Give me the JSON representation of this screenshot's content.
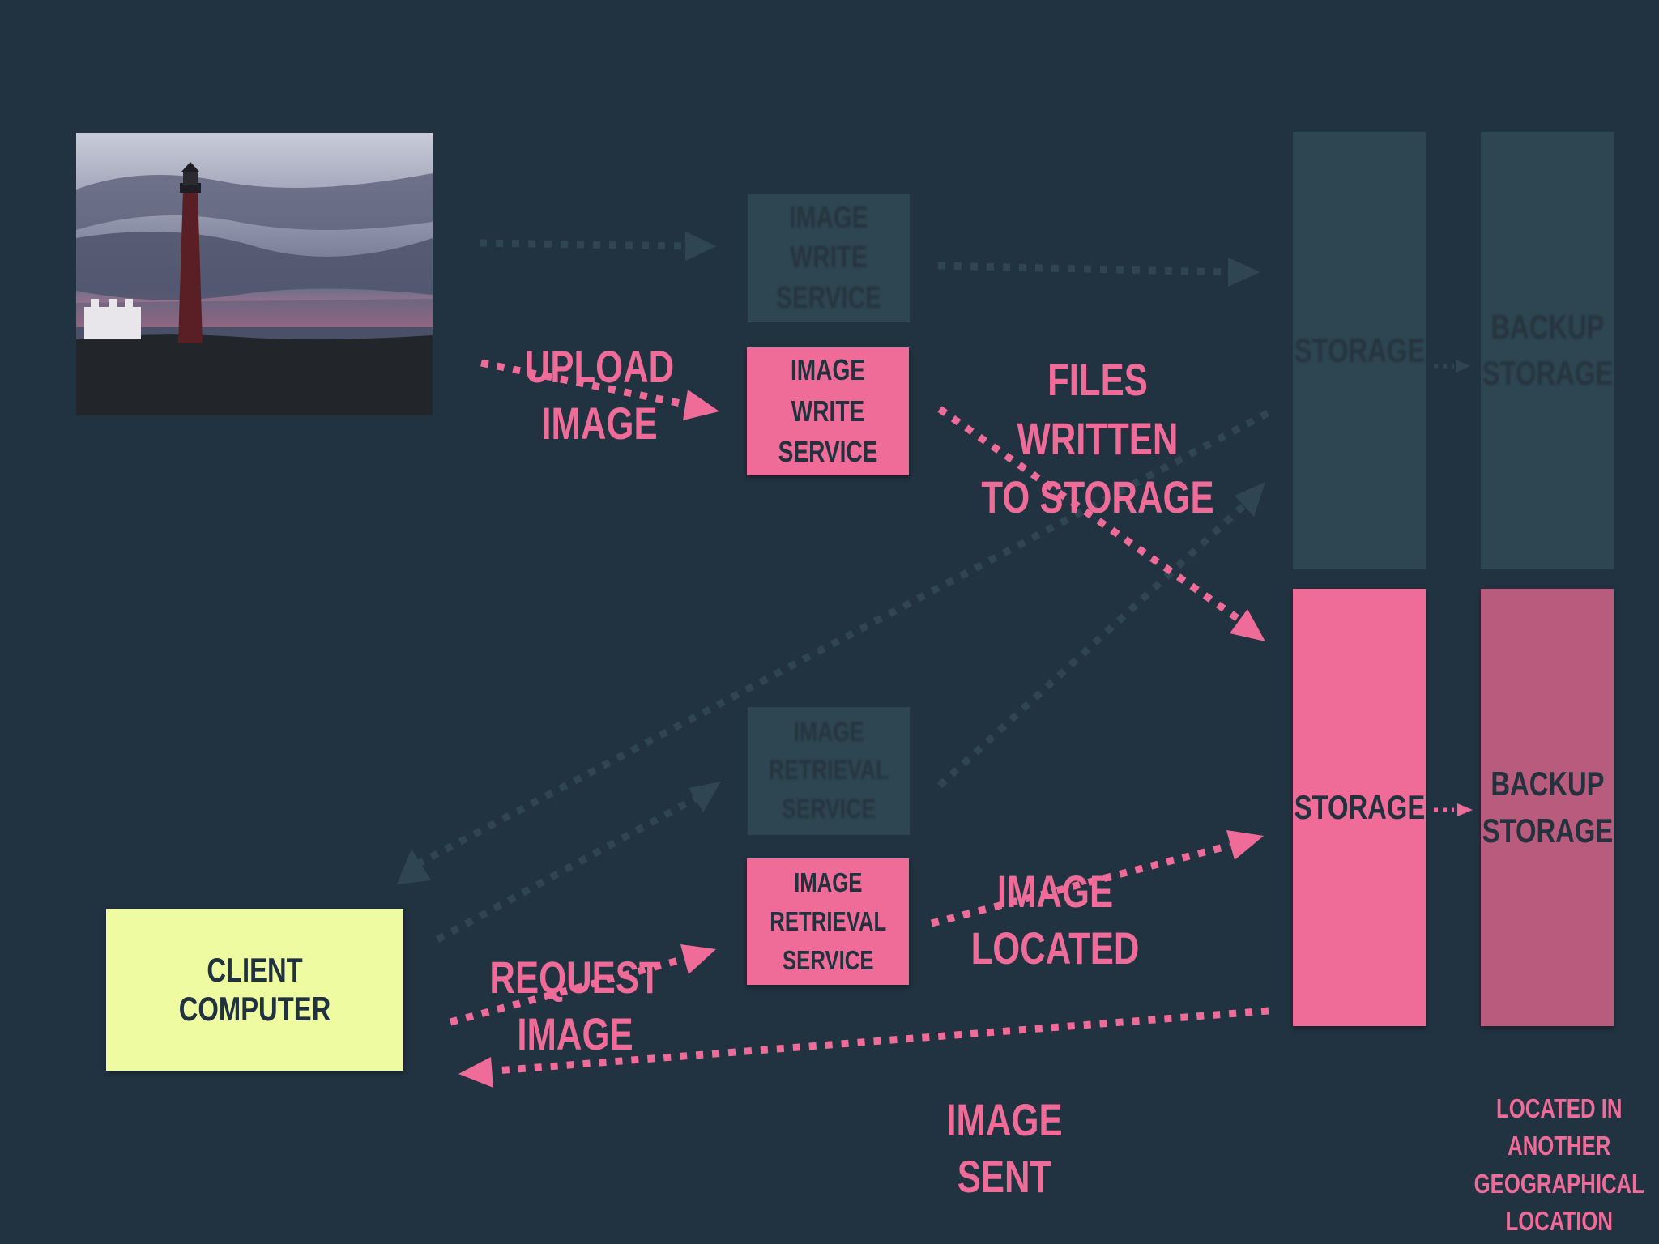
{
  "colors": {
    "background": "#213240",
    "accent_pink": "#ef6b98",
    "backup_pink": "#b85b7c",
    "client_yellow": "#eefba1",
    "ghost": "#2e4651",
    "dark_text": "#21313d"
  },
  "photo": {
    "description_icon": "lighthouse-photo"
  },
  "labels": {
    "upload_image": "UPLOAD IMAGE",
    "files_written": "FILES WRITTEN\nTO STORAGE",
    "request_image": "REQUEST IMAGE",
    "image_located": "IMAGE LOCATED",
    "image_sent": "IMAGE SENT",
    "located_elsewhere": "LOCATED IN\nANOTHER\nGEOGRAPHICAL\nLOCATION"
  },
  "boxes": {
    "ghost_write": "IMAGE WRITE\nSERVICE",
    "write": "IMAGE WRITE\nSERVICE",
    "ghost_retrieval": "IMAGE\nRETRIEVAL\nSERVICE",
    "retrieval": "IMAGE\nRETRIEVAL\nSERVICE",
    "client": "CLIENT COMPUTER",
    "ghost_storage": "STORAGE",
    "ghost_backup": "BACKUP\nSTORAGE",
    "storage": "STORAGE",
    "backup": "BACKUP\nSTORAGE"
  }
}
